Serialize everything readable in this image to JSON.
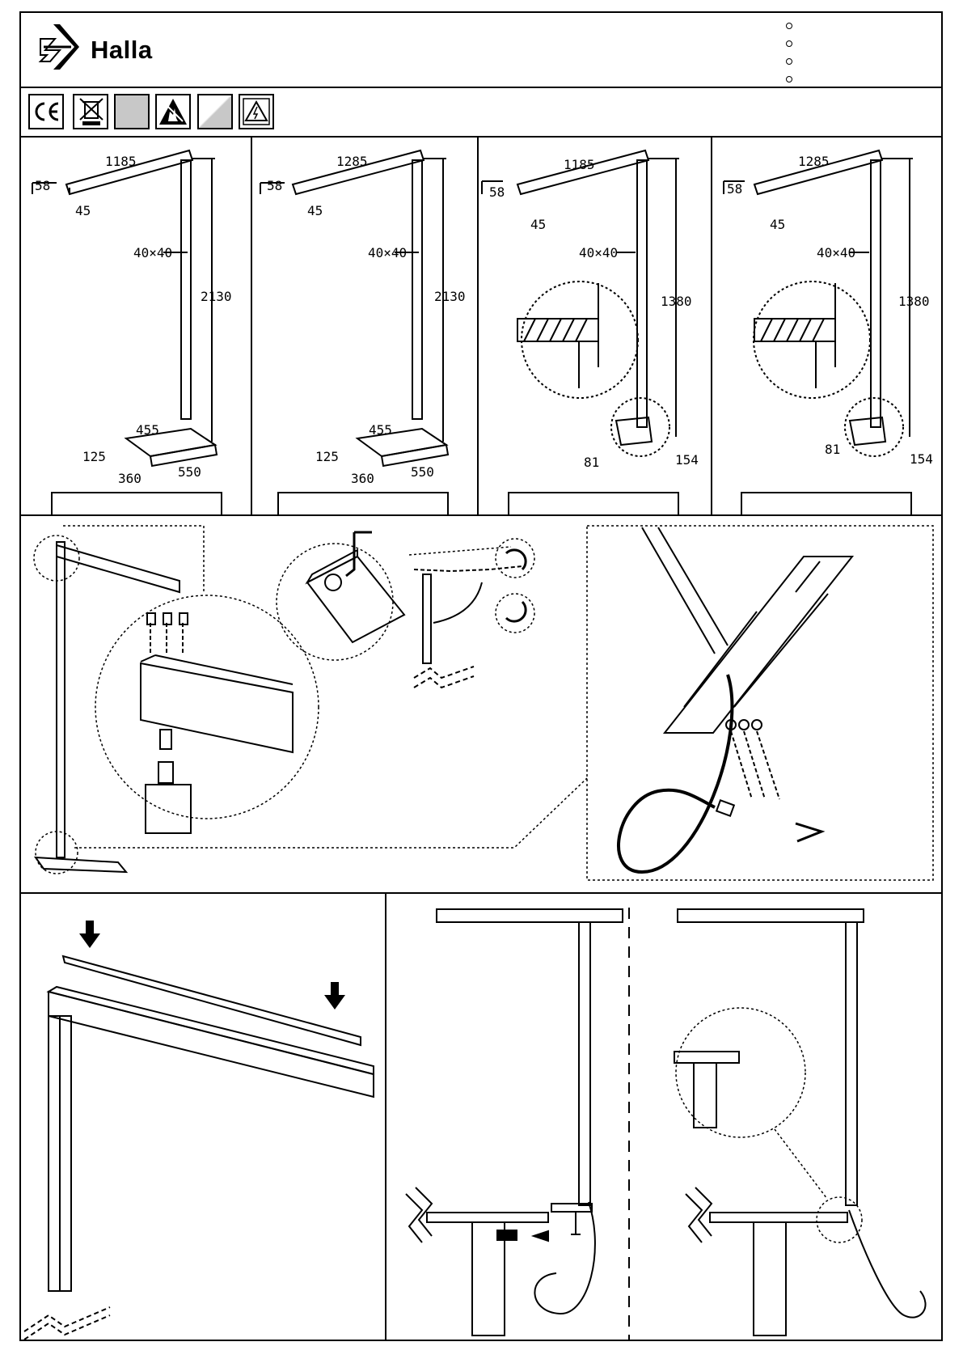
{
  "brand": {
    "name": "Halla"
  },
  "header": {
    "bullets": [
      "",
      "",
      "",
      ""
    ]
  },
  "certifications": [
    {
      "icon": "ce-mark-icon",
      "text": "CE"
    },
    {
      "icon": "weee-bin-icon",
      "text": ""
    },
    {
      "icon": "blank-grey-icon",
      "text": ""
    },
    {
      "icon": "esd-warning-icon",
      "text": ""
    },
    {
      "icon": "blank-gradient-icon",
      "text": ""
    },
    {
      "icon": "electric-hazard-icon",
      "text": ""
    }
  ],
  "variants": [
    {
      "arm_length": "1185",
      "height": "2130",
      "arm_width": "58",
      "arm_depth": "45",
      "pole": "40×40",
      "base_a": "455",
      "base_b": "125",
      "base_c": "360",
      "base_d": "550"
    },
    {
      "arm_length": "1285",
      "height": "2130",
      "arm_width": "58",
      "arm_depth": "45",
      "pole": "40×40",
      "base_a": "455",
      "base_b": "125",
      "base_c": "360",
      "base_d": "550"
    },
    {
      "arm_length": "1185",
      "height": "1380",
      "arm_width": "58",
      "arm_depth": "45",
      "pole": "40×40",
      "clamp_a": "81",
      "clamp_b": "154"
    },
    {
      "arm_length": "1285",
      "height": "1380",
      "arm_width": "58",
      "arm_depth": "45",
      "pole": "40×40",
      "clamp_a": "81",
      "clamp_b": "154"
    }
  ]
}
